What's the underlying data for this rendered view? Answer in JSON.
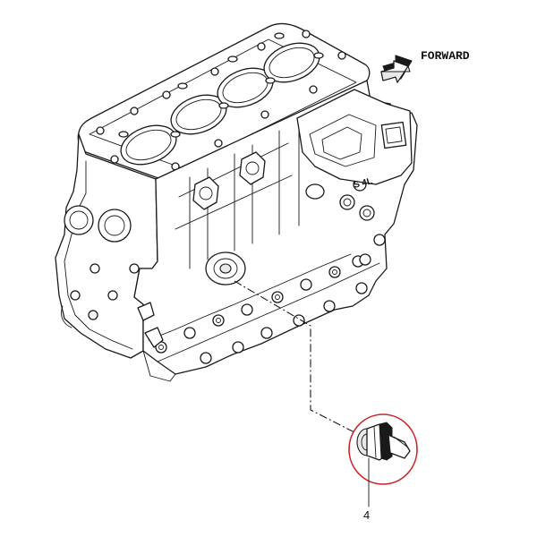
{
  "direction_label": "FORWARD",
  "callout_number": "4",
  "block_marking": "S 4L",
  "highlight_color": "#c9262a",
  "line_color": "#1a1a1a",
  "arrow_icon": "forward-arrow-icon"
}
